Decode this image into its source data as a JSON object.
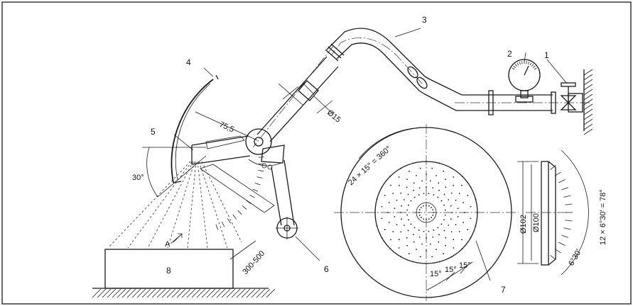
{
  "callouts": {
    "c1": "1",
    "c2": "2",
    "c3": "3",
    "c4": "4",
    "c5": "5",
    "c6": "6",
    "c7": "7",
    "c8": "8"
  },
  "dimensions": {
    "r75_5": "75,5",
    "d15": "Ø15",
    "angle30": "30°",
    "dist300_500": "300-500",
    "arrowA": "A",
    "spacing360": "24 × 15° = 360°",
    "d102": "Ø102",
    "d100": "Ø100",
    "angle78": "12 × 6°30' = 78°",
    "angle6_30": "6°30'",
    "angle15a": "15°",
    "angle15b": "15°",
    "angle15c": "15°"
  }
}
